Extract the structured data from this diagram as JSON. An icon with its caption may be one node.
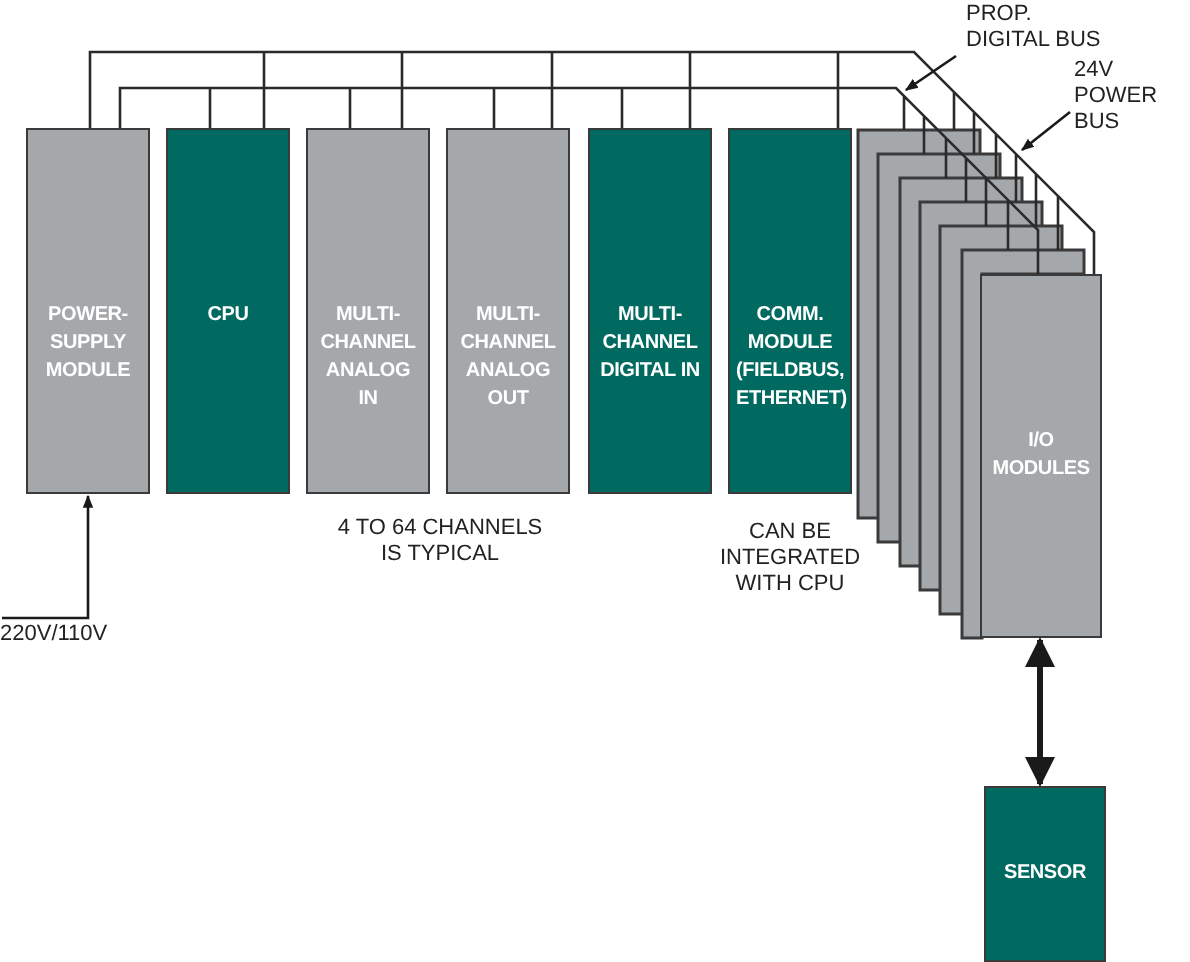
{
  "diagram": {
    "nodes": [
      {
        "text": [
          "POWER- SUPPLY MODULE"
        ]
      },
      {
        "text": [
          "CPU"
        ]
      },
      {
        "text": [
          "MULTI- CHANNEL ANALOG IN"
        ]
      },
      {
        "text": [
          "MULTI- CHANNEL ANALOG OUT"
        ]
      },
      {
        "text": [
          "MULTI- CHANNEL DIGITAL IN"
        ]
      },
      {
        "text": [
          "COMM. MODULE (FIELDBUS, ETHERNET)"
        ],
        "beside": [
          "CAN BE INTEGRATED WITH CPU"
        ]
      },
      {
        "text": [
          "I/O MODULES"
        ]
      },
      {
        "text": [
          "SENSOR"
        ]
      },
      {
        "text": [
          "220V/110V"
        ]
      },
      {
        "text": [
          "PROP. DIGITAL BUS"
        ]
      },
      {
        "text": [
          "24V POWER BUS"
        ]
      }
    ],
    "edges": [
      {
        "from": 8,
        "to": 0,
        "arrow": "to"
      },
      {
        "from": 6,
        "to": 7,
        "arrow": "both",
        "style": "thick"
      },
      {
        "from": 9,
        "to": null,
        "arrow": "to"
      },
      {
        "from": 10,
        "to": null,
        "arrow": "to"
      }
    ],
    "labels": [
      "4 TO 64 CHANNELS IS TYPICAL"
    ]
  }
}
